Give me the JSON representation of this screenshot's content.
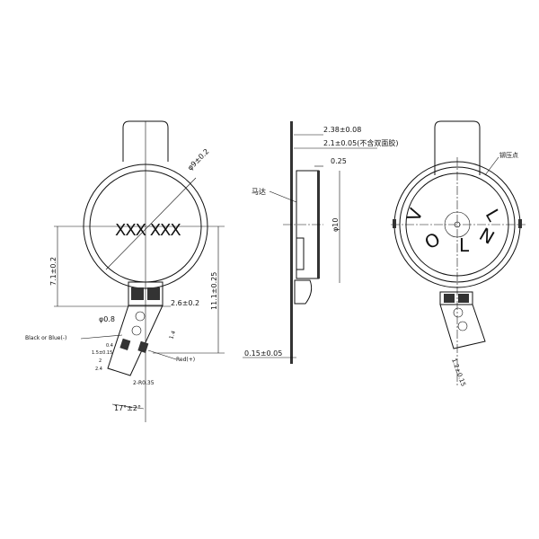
{
  "front_view": {
    "marking": "XXX XXX",
    "diameter_label": "φ9±0.2",
    "height_label": "7.1±0.2",
    "total_height_label": "11.1±0.25",
    "tab_width_label": "2.6±0.2",
    "hole_label": "φ0.8",
    "hole_pitch_label": "1.4",
    "negative_wire_label": "Black or Blue(-)",
    "positive_wire_label": "Red(+)",
    "pad_dims": [
      "0.4",
      "1.5±0.15",
      "2",
      "2.4"
    ],
    "radius_label": "2-R0.35",
    "angle_label": "17°±2°"
  },
  "side_view": {
    "thickness_label": "2.38±0.08",
    "body_thickness_label": "2.1±0.05(不含双面胶)",
    "gap_label": "0.25",
    "motor_label": "马达",
    "diameter_label": "φ10",
    "fpc_thickness_label": "0.15±0.05"
  },
  "back_view": {
    "rivet_label": "铆压点",
    "letters": [
      "L",
      "N",
      "L",
      "O",
      "V"
    ],
    "pad_label": "1.2±0.15"
  }
}
